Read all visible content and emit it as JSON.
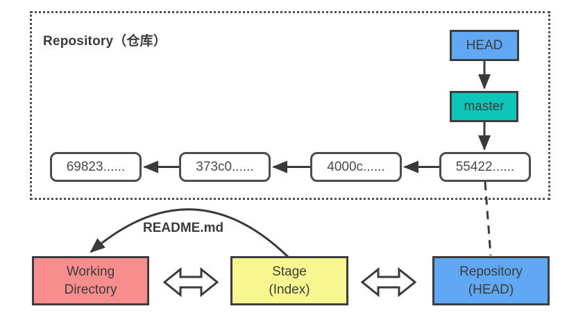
{
  "repository": {
    "label": "Repository（仓库）"
  },
  "refs": {
    "head": "HEAD",
    "master": "master"
  },
  "commits": [
    "69823......",
    "373c0......",
    "4000c......",
    "55422......"
  ],
  "readme": {
    "label": "README.md"
  },
  "areas": {
    "working_directory": {
      "line1": "Working",
      "line2": "Directory"
    },
    "stage": {
      "line1": "Stage",
      "line2": "(Index)"
    },
    "repository_head": {
      "line1": "Repository",
      "line2": "(HEAD)"
    }
  },
  "colors": {
    "blue": "#60a8f4",
    "teal": "#0dc5b8",
    "pink": "#f78d8d",
    "yellow": "#f8f78f",
    "border": "#3d3d3d",
    "line": "#3a3a3a"
  }
}
